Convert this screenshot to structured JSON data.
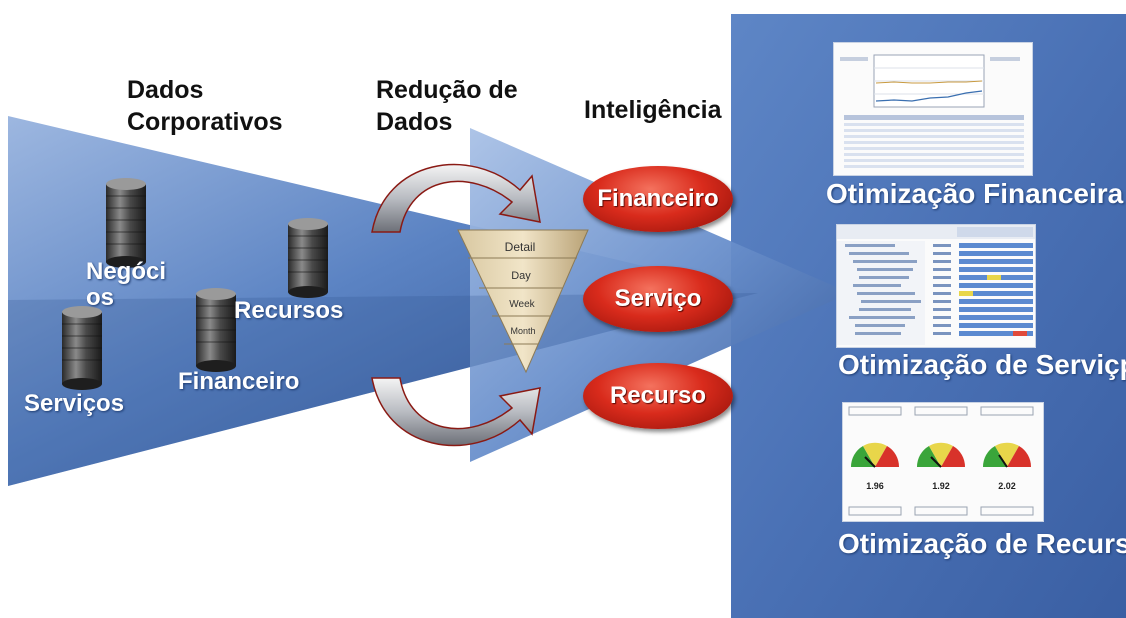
{
  "headings": {
    "corporate_data": "Dados Corporativos",
    "data_reduction": "Redução de Dados",
    "intelligence": "Inteligência"
  },
  "databases": [
    {
      "label": "Negócios",
      "label_line1": "Negóci",
      "label_line2": "os"
    },
    {
      "label": "Recursos"
    },
    {
      "label": "Financeiro"
    },
    {
      "label": "Serviços"
    }
  ],
  "funnel_levels": [
    "Detail",
    "Day",
    "Week",
    "Month"
  ],
  "intelligence_items": [
    "Financeiro",
    "Serviço",
    "Recurso"
  ],
  "panel": {
    "titles": [
      "Otimização Financeira",
      "Otimização de Serviçp",
      "Otimização de Recurso"
    ],
    "gauge_values": [
      "1.96",
      "1.92",
      "2.02"
    ]
  },
  "colors": {
    "triangle_blue": "#5b83c3",
    "panel_blue": "#4a71b5",
    "pill_red": "#d92b1c"
  }
}
